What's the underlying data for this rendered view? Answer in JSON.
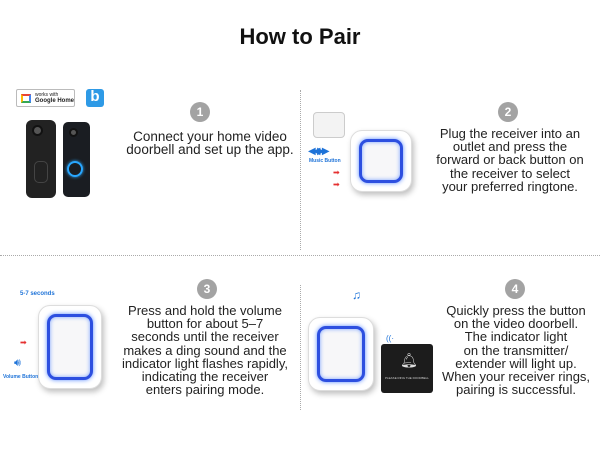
{
  "title": "How to Pair",
  "steps": [
    {
      "number": "1",
      "text": "Connect your home video\ndoorbell and set up the app."
    },
    {
      "number": "2",
      "text": "Plug the receiver into an\noutlet and press the\nforward or back button on\nthe receiver to select\nyour preferred ringtone."
    },
    {
      "number": "3",
      "text": "Press and hold the volume\nbutton for about 5–7\nseconds until the receiver\nmakes a ding sound and the\nindicator light flashes rapidly,\nindicating the receiver\nenters pairing mode."
    },
    {
      "number": "4",
      "text": "Quickly press the button\non the video doorbell.\nThe indicator light\non the transmitter/\nextender will light up.\nWhen your receiver rings,\npairing is successful."
    }
  ],
  "labels": {
    "google_works": "works with",
    "google_home": "Google Home",
    "app_letter": "b",
    "music_button": "Music Button",
    "seconds": "5-7 seconds",
    "volume_button": "Volume Button",
    "transmitter_text": "PLEASE RING THE DOORBELL"
  },
  "colors": {
    "accent_blue": "#2d4fe0",
    "badge_gray": "#a3a3a3",
    "arrow_red": "#e53030"
  }
}
